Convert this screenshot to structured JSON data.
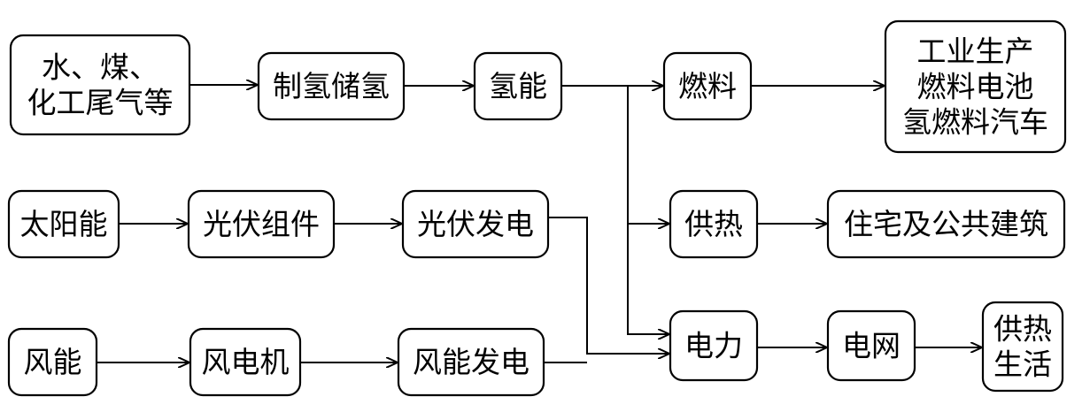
{
  "nodes": {
    "source_water": {
      "lines": [
        "水、煤、",
        "化工尾气等"
      ]
    },
    "hydrogen_production": {
      "lines": [
        "制氢储氢"
      ]
    },
    "hydrogen_energy": {
      "lines": [
        "氢能"
      ]
    },
    "fuel": {
      "lines": [
        "燃料"
      ]
    },
    "fuel_uses": {
      "lines": [
        "工业生产",
        "燃料电池",
        "氢燃料汽车"
      ]
    },
    "solar": {
      "lines": [
        "太阳能"
      ]
    },
    "pv_modules": {
      "lines": [
        "光伏组件"
      ]
    },
    "pv_power": {
      "lines": [
        "光伏发电"
      ]
    },
    "heating": {
      "lines": [
        "供热"
      ]
    },
    "buildings": {
      "lines": [
        "住宅及公共建筑"
      ]
    },
    "wind": {
      "lines": [
        "风能"
      ]
    },
    "wind_turbine": {
      "lines": [
        "风电机"
      ]
    },
    "wind_power": {
      "lines": [
        "风能发电"
      ]
    },
    "electricity": {
      "lines": [
        "电力"
      ]
    },
    "grid": {
      "lines": [
        "电网"
      ]
    },
    "end_use": {
      "lines": [
        "供热",
        "生活"
      ]
    }
  },
  "edges": [
    {
      "from": "source_water",
      "to": "hydrogen_production"
    },
    {
      "from": "hydrogen_production",
      "to": "hydrogen_energy"
    },
    {
      "from": "hydrogen_energy",
      "to": "fuel"
    },
    {
      "from": "hydrogen_energy",
      "to": "heating"
    },
    {
      "from": "hydrogen_energy",
      "to": "electricity"
    },
    {
      "from": "fuel",
      "to": "fuel_uses"
    },
    {
      "from": "solar",
      "to": "pv_modules"
    },
    {
      "from": "pv_modules",
      "to": "pv_power"
    },
    {
      "from": "pv_power",
      "to": "electricity"
    },
    {
      "from": "heating",
      "to": "buildings"
    },
    {
      "from": "wind",
      "to": "wind_turbine"
    },
    {
      "from": "wind_turbine",
      "to": "wind_power"
    },
    {
      "from": "wind_power",
      "to": "electricity"
    },
    {
      "from": "electricity",
      "to": "grid"
    },
    {
      "from": "grid",
      "to": "end_use"
    }
  ]
}
